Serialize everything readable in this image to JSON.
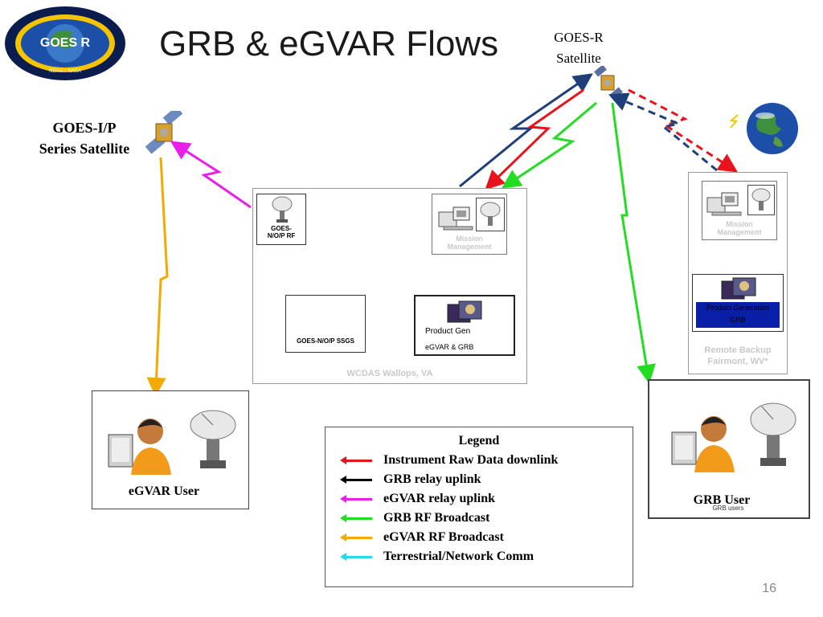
{
  "title": "GRB & eGVAR Flows",
  "goes_r_label": [
    "GOES-R",
    "Satellite"
  ],
  "goes_ip_label": [
    "GOES-I/P",
    "Series Satellite"
  ],
  "wcdas": {
    "antenna_label": [
      "GOES-",
      "N/O/P RF"
    ],
    "ssgs_label": "GOES-N/O/P SSGS",
    "mission_label": [
      "Mission",
      "Management"
    ],
    "product_gen_label": "Product Gen",
    "egvar_grb_label": "eGVAR & GRB",
    "site_label": "WCDAS Wallops, VA"
  },
  "remote": {
    "mission_label": [
      "Mission",
      "Management"
    ],
    "product_label": [
      "Product Generation",
      "GRB"
    ],
    "site_label": [
      "Remote Backup",
      "Fairmont, WV*"
    ]
  },
  "egvar_user_label": "eGVAR User",
  "grb_user_label": "GRB User",
  "grb_user_sub": "GRB users",
  "legend": {
    "title": "Legend",
    "items": [
      {
        "label": "Instrument Raw Data downlink",
        "color": "#e8141b"
      },
      {
        "label": "GRB relay uplink",
        "color": "#000000"
      },
      {
        "label": "eGVAR relay uplink",
        "color": "#e81fe8"
      },
      {
        "label": "GRB RF Broadcast",
        "color": "#22dd22"
      },
      {
        "label": "eGVAR RF Broadcast",
        "color": "#f2a900"
      },
      {
        "label": "Terrestrial/Network Comm",
        "color": "#22dde8"
      }
    ]
  },
  "page_number": "16",
  "colors": {
    "red": "#e8141b",
    "navy": "#1f3f7a",
    "green": "#22dd22",
    "magenta": "#e81fe8",
    "orange": "#f2a900",
    "cyan": "#22dde8",
    "product_blue": "#0a1fa8"
  },
  "icons": [
    "goes-r-logo-icon",
    "satellite-icon",
    "earth-icon",
    "lightning-icon",
    "dish-antenna-icon",
    "computer-icon",
    "person-at-computer-icon",
    "product-image-icon"
  ]
}
